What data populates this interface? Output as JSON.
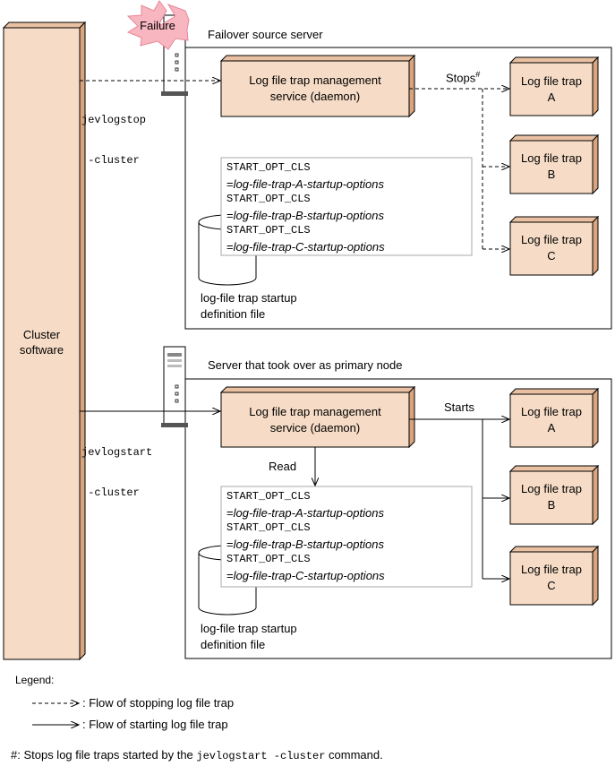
{
  "cluster": {
    "label_line1": "Cluster",
    "label_line2": "software"
  },
  "top": {
    "failure": "Failure",
    "server_title": "Failover source server",
    "command_line1": "jevlogstop",
    "command_line2": " -cluster",
    "service_line1": "Log file trap management",
    "service_line2": "service (daemon)",
    "arrow_label": "Stops",
    "arrow_label_mark": "#",
    "traps": [
      {
        "line1": "Log file trap",
        "line2": "A"
      },
      {
        "line1": "Log file trap",
        "line2": "B"
      },
      {
        "line1": "Log file trap",
        "line2": "C"
      }
    ],
    "config": [
      {
        "key": "START_OPT_CLS",
        "eq": "=",
        "val": "log-file-trap-A-startup-options"
      },
      {
        "key": "START_OPT_CLS",
        "eq": "=",
        "val": "log-file-trap-B-startup-options"
      },
      {
        "key": "START_OPT_CLS",
        "eq": "=",
        "val": "log-file-trap-C-startup-options"
      }
    ],
    "file_line1": "log-file trap startup",
    "file_line2": "definition file"
  },
  "bottom": {
    "server_title": "Server that took over as primary node",
    "command_line1": "jevlogstart",
    "command_line2": " -cluster",
    "service_line1": "Log file trap management",
    "service_line2": "service (daemon)",
    "arrow_label": "Starts",
    "read_label": "Read",
    "traps": [
      {
        "line1": "Log file trap",
        "line2": "A"
      },
      {
        "line1": "Log file trap",
        "line2": "B"
      },
      {
        "line1": "Log file trap",
        "line2": "C"
      }
    ],
    "config": [
      {
        "key": "START_OPT_CLS",
        "eq": "=",
        "val": "log-file-trap-A-startup-options"
      },
      {
        "key": "START_OPT_CLS",
        "eq": "=",
        "val": "log-file-trap-B-startup-options"
      },
      {
        "key": "START_OPT_CLS",
        "eq": "=",
        "val": "log-file-trap-C-startup-options"
      }
    ],
    "file_line1": "log-file trap startup",
    "file_line2": "definition file"
  },
  "legend": {
    "title": "Legend:",
    "stop_text": ": Flow of stopping log file trap",
    "start_text": ": Flow of starting log file trap"
  },
  "footnote": {
    "prefix": "#: Stops log file traps started by the ",
    "command": "jevlogstart -cluster",
    "suffix": " command."
  },
  "colors": {
    "box_fill": "#f6dcc6",
    "box_side": "#d9a57e",
    "burst_fill": "#f7b6c0",
    "outline": "#000000"
  }
}
